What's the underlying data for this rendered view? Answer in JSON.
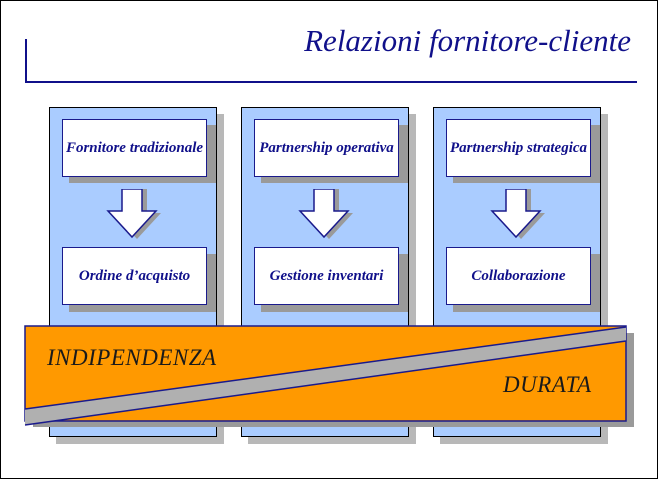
{
  "title": "Relazioni fornitore-cliente",
  "colors": {
    "title": "#10108a",
    "column_fill": "#aaccff",
    "band_fill": "#ff9900",
    "box_border": "#1a1a8c"
  },
  "columns": [
    {
      "top_label": "Fornitore tradizionale",
      "bottom_label": "Ordine d’acquisto"
    },
    {
      "top_label": "Partnership operativa",
      "bottom_label": "Gestione inventari"
    },
    {
      "top_label": "Partnership strategica",
      "bottom_label": "Collaborazione"
    }
  ],
  "band": {
    "left_label": "INDIPENDENZA",
    "right_label": "DURATA"
  }
}
